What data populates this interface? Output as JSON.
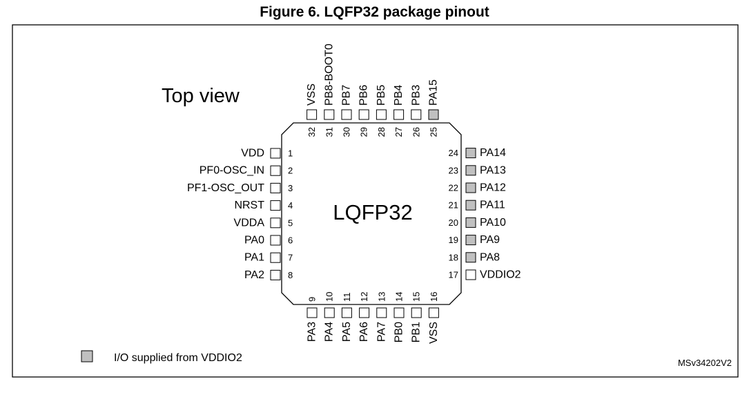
{
  "figure": {
    "caption": "Figure 6. LQFP32 package pinout",
    "view_label": "Top view",
    "package_label": "LQFP32",
    "legend_label": "I/O supplied from VDDIO2",
    "reference_code": "MSv34202V2",
    "colors": {
      "vddio2_pin": "#c0c0c0",
      "normal_pin": "#ffffff",
      "outline": "#000000"
    }
  },
  "pins": {
    "left": [
      {
        "num": "1",
        "name": "VDD",
        "vddio2": false
      },
      {
        "num": "2",
        "name": "PF0-OSC_IN",
        "vddio2": false
      },
      {
        "num": "3",
        "name": "PF1-OSC_OUT",
        "vddio2": false
      },
      {
        "num": "4",
        "name": "NRST",
        "vddio2": false
      },
      {
        "num": "5",
        "name": "VDDA",
        "vddio2": false
      },
      {
        "num": "6",
        "name": "PA0",
        "vddio2": false
      },
      {
        "num": "7",
        "name": "PA1",
        "vddio2": false
      },
      {
        "num": "8",
        "name": "PA2",
        "vddio2": false
      }
    ],
    "bottom": [
      {
        "num": "9",
        "name": "PA3",
        "vddio2": false
      },
      {
        "num": "10",
        "name": "PA4",
        "vddio2": false
      },
      {
        "num": "11",
        "name": "PA5",
        "vddio2": false
      },
      {
        "num": "12",
        "name": "PA6",
        "vddio2": false
      },
      {
        "num": "13",
        "name": "PA7",
        "vddio2": false
      },
      {
        "num": "14",
        "name": "PB0",
        "vddio2": false
      },
      {
        "num": "15",
        "name": "PB1",
        "vddio2": false
      },
      {
        "num": "16",
        "name": "VSS",
        "vddio2": false
      }
    ],
    "right": [
      {
        "num": "17",
        "name": "VDDIO2",
        "vddio2": false
      },
      {
        "num": "18",
        "name": "PA8",
        "vddio2": true
      },
      {
        "num": "19",
        "name": "PA9",
        "vddio2": true
      },
      {
        "num": "20",
        "name": "PA10",
        "vddio2": true
      },
      {
        "num": "21",
        "name": "PA11",
        "vddio2": true
      },
      {
        "num": "22",
        "name": "PA12",
        "vddio2": true
      },
      {
        "num": "23",
        "name": "PA13",
        "vddio2": true
      },
      {
        "num": "24",
        "name": "PA14",
        "vddio2": true
      }
    ],
    "top": [
      {
        "num": "25",
        "name": "PA15",
        "vddio2": true
      },
      {
        "num": "26",
        "name": "PB3",
        "vddio2": false
      },
      {
        "num": "27",
        "name": "PB4",
        "vddio2": false
      },
      {
        "num": "28",
        "name": "PB5",
        "vddio2": false
      },
      {
        "num": "29",
        "name": "PB6",
        "vddio2": false
      },
      {
        "num": "30",
        "name": "PB7",
        "vddio2": false
      },
      {
        "num": "31",
        "name": "PB8-BOOT0",
        "vddio2": false
      },
      {
        "num": "32",
        "name": "VSS",
        "vddio2": false
      }
    ]
  }
}
